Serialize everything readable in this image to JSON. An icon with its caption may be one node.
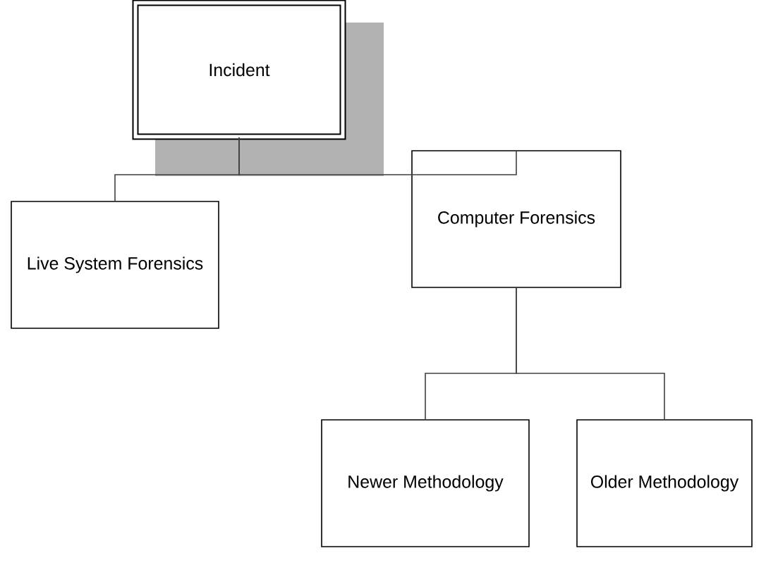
{
  "diagram": {
    "nodes": [
      {
        "text": [
          "Incident"
        ]
      },
      {
        "text": [
          "Live System Forensics"
        ]
      },
      {
        "text": [
          "Computer Forensics"
        ]
      },
      {
        "text": [
          "Newer Methodology"
        ]
      },
      {
        "text": [
          "Older Methodology"
        ]
      }
    ],
    "edges": [
      {
        "from": 0,
        "to": 1,
        "arrow": "none"
      },
      {
        "from": 0,
        "to": 2,
        "arrow": "none"
      },
      {
        "from": 2,
        "to": 3,
        "arrow": "none"
      },
      {
        "from": 2,
        "to": 4,
        "arrow": "none"
      }
    ]
  }
}
